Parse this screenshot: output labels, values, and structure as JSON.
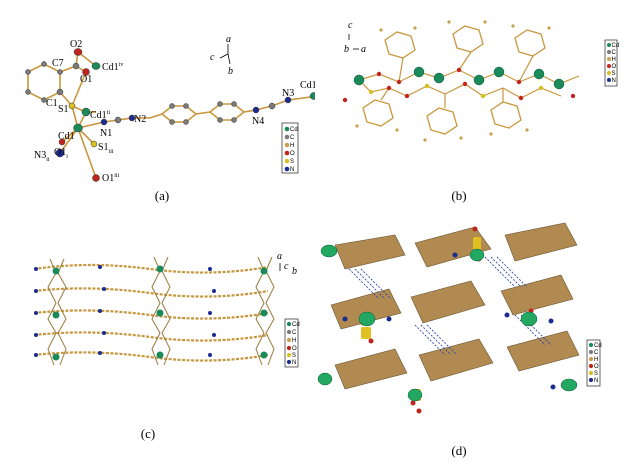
{
  "colors": {
    "Cd": "#1a8a5a",
    "C": "#7a7a7a",
    "H": "#c8a050",
    "O": "#c0241c",
    "S": "#d8c020",
    "N": "#1c2c90",
    "bond": "#c8963c",
    "hbond": "#3048b0"
  },
  "panel_a": {
    "caption": "(a)",
    "atoms": {
      "O2": "O2",
      "C7": "C7",
      "Cd1iv": "Cd1",
      "Cd1iv_sup": "iv",
      "O1": "O1",
      "C1": "C1",
      "S1": "S1",
      "Cd1ii": "Cd1",
      "Cd1ii_sup": "ii",
      "Cd1": "Cd1",
      "N1": "N1",
      "N2": "N2",
      "N3i": "N3",
      "N3i_sup": "ii",
      "O1i": "O1",
      "O1i_sup": "i",
      "S1iii": "S1",
      "S1iii_sup": "iii",
      "O1iii": "O1",
      "O1iii_sup": "iii",
      "N4": "N4",
      "N3": "N3",
      "Cd1v": "Cd1",
      "Cd1v_sup": "v"
    },
    "axes": {
      "a": "a",
      "b": "b",
      "c": "c"
    },
    "legend": [
      "Cd",
      "C",
      "H",
      "O",
      "S",
      "N"
    ]
  },
  "panel_b": {
    "caption": "(b)",
    "axes": {
      "c": "c",
      "b": "b",
      "a": "a"
    },
    "legend": [
      "Cd",
      "C",
      "H",
      "O",
      "S",
      "N"
    ]
  },
  "panel_c": {
    "caption": "(c)",
    "axes": {
      "a": "a",
      "c": "c",
      "b": "b"
    },
    "legend": [
      "Cd",
      "C",
      "H",
      "O",
      "S",
      "N"
    ]
  },
  "panel_d": {
    "caption": "(d)",
    "legend": [
      "Cd",
      "C",
      "H",
      "O",
      "S",
      "N"
    ]
  }
}
